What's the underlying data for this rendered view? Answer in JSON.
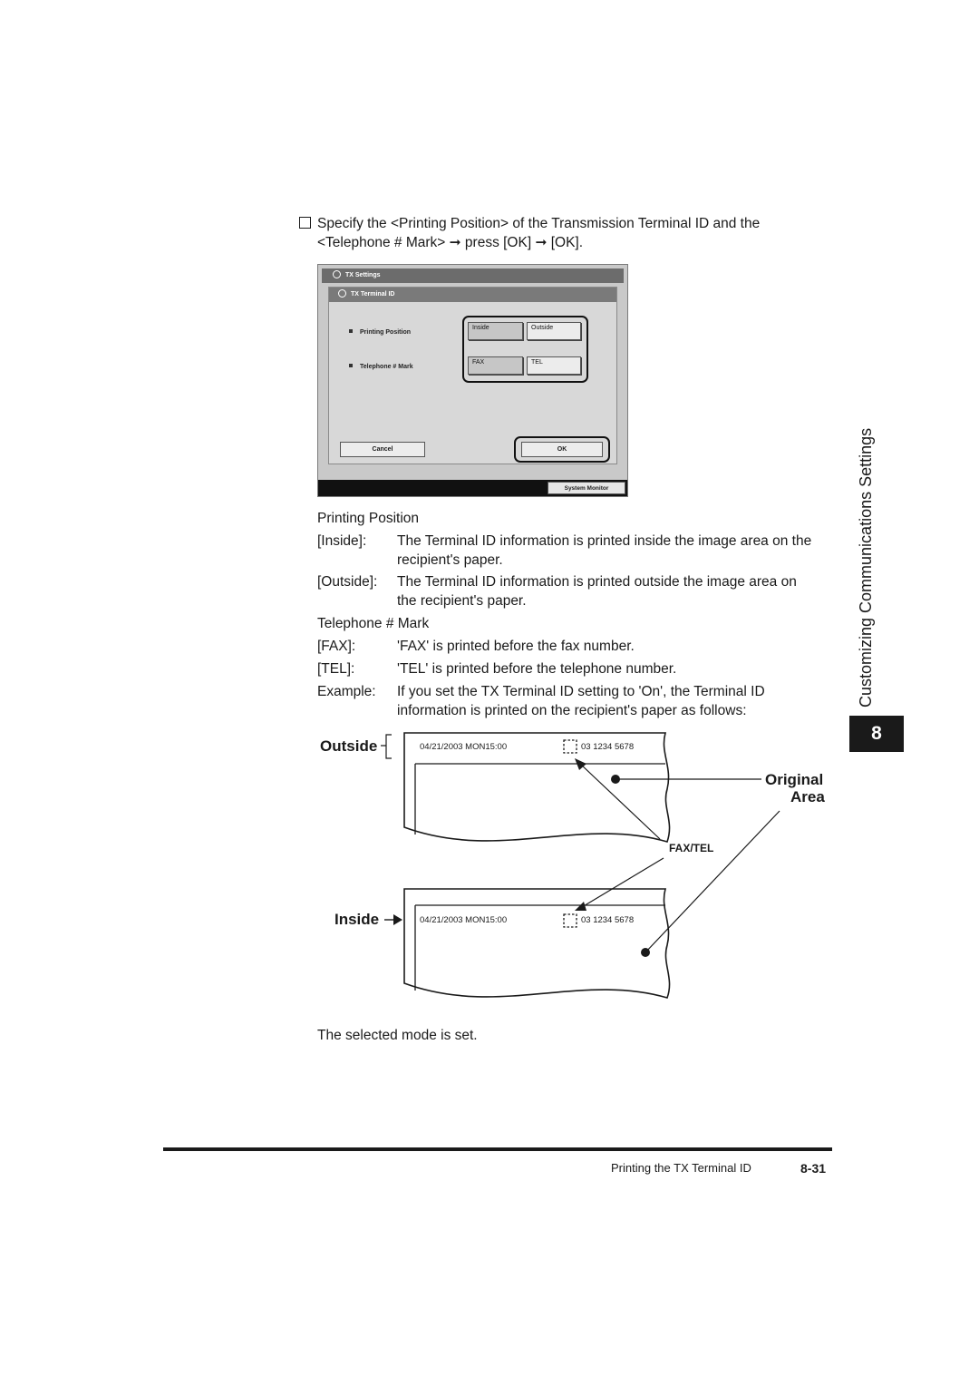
{
  "instruction": {
    "line1": "Specify the <Printing Position> of the Transmission Terminal ID and the",
    "line2": "<Telephone # Mark> ➞ press [OK] ➞ [OK]."
  },
  "screen": {
    "window_title": "TX Settings",
    "dialog_title": "TX Terminal ID",
    "printing_position_label": "Printing Position",
    "telephone_mark_label": "Telephone # Mark",
    "inside_button": "Inside",
    "outside_button": "Outside",
    "fax_button": "FAX",
    "tel_button": "TEL",
    "cancel_button": "Cancel",
    "ok_button": "OK",
    "system_monitor_button": "System Monitor"
  },
  "descriptions": {
    "printing_position_heading": "Printing Position",
    "inside_term": "[Inside]:",
    "inside_line1": "The Terminal ID information is printed inside the image area on the",
    "inside_line2": "recipient's paper.",
    "outside_term": "[Outside]:",
    "outside_line1": "The Terminal ID information is printed outside the image area on",
    "outside_line2": "the recipient's paper.",
    "telephone_mark_heading": "Telephone # Mark",
    "fax_term": "[FAX]:",
    "fax_desc": "'FAX' is printed before the fax number.",
    "tel_term": "[TEL]:",
    "tel_desc": "'TEL' is printed before the telephone number.",
    "example_term": "Example:",
    "example_line1": "If you set the TX Terminal ID setting to 'On', the Terminal ID",
    "example_line2": "information is printed on the recipient's paper as follows:"
  },
  "illustration": {
    "outside_label": "Outside",
    "inside_label": "Inside",
    "original_label": "Original",
    "area_label": "Area",
    "fax_tel_label": "FAX/TEL",
    "date_time": "04/21/2003  MON15:00",
    "phone_number": "03 1234 5678"
  },
  "closing": "The selected mode is set.",
  "side_tab": {
    "text": "Customizing Communications Settings",
    "chapter": "8"
  },
  "footer": {
    "title": "Printing the TX Terminal ID",
    "page": "8-31"
  }
}
